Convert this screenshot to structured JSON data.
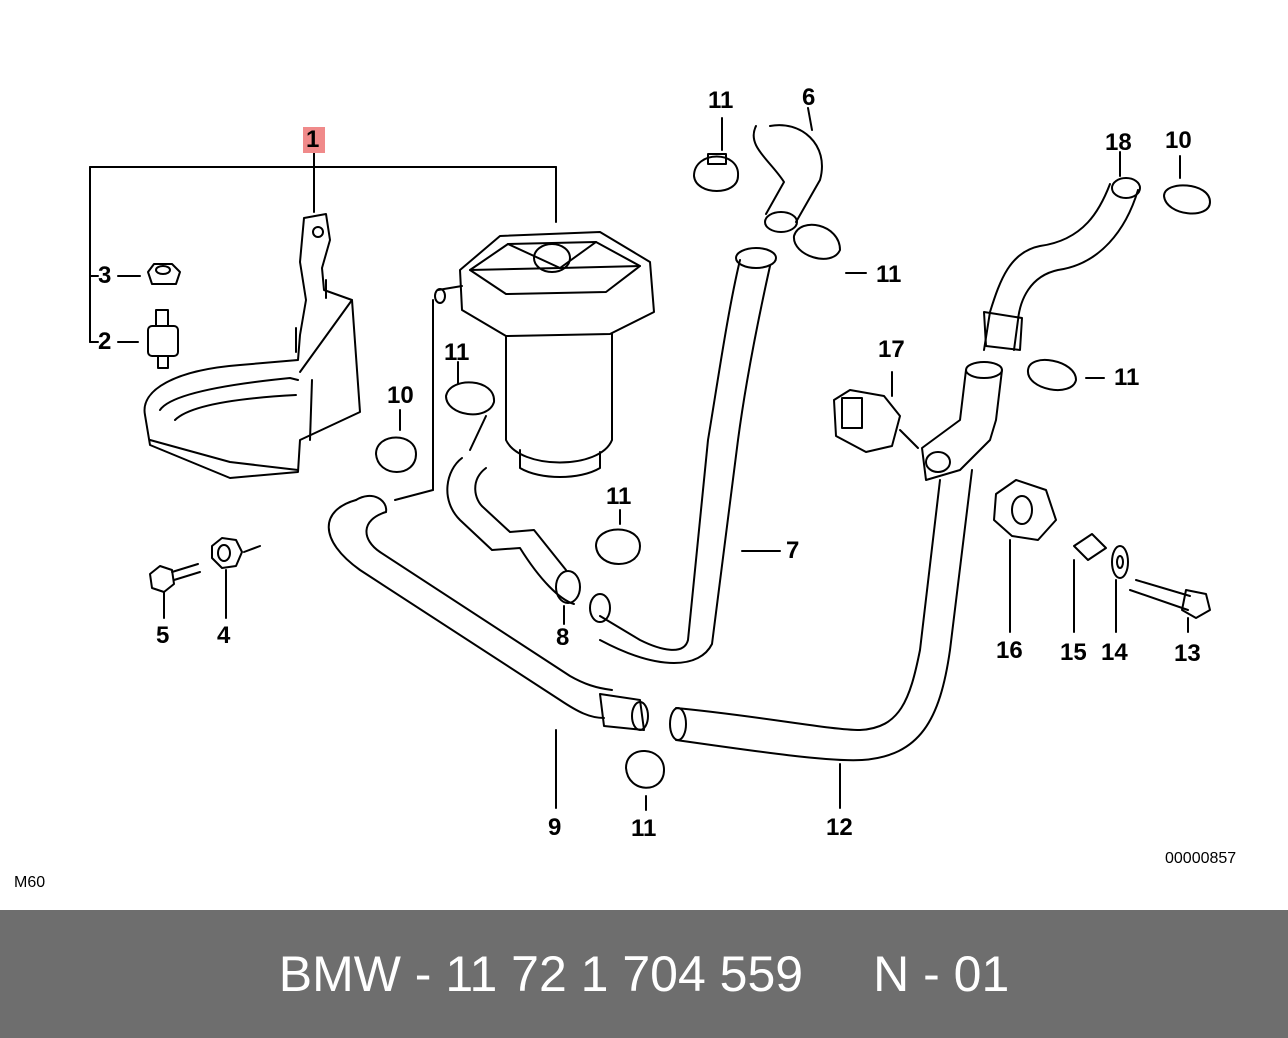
{
  "diagram": {
    "part_labels": [
      "1",
      "2",
      "3",
      "4",
      "5",
      "6",
      "7",
      "8",
      "9",
      "10",
      "10",
      "11",
      "11",
      "11",
      "11",
      "11",
      "11",
      "12",
      "13",
      "14",
      "15",
      "16",
      "17",
      "18"
    ],
    "model_code": "M60",
    "image_number": "00000857",
    "highlight_color": "#f08a8a"
  },
  "footer": {
    "part_number": "BMW - 11 72 1 704 559",
    "position": "N - 01",
    "background": "#6e6e6e"
  }
}
